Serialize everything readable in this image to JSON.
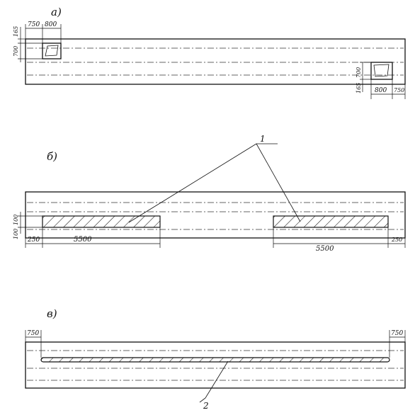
{
  "panel_a": {
    "label": "а)",
    "dims": {
      "left_offset": "750",
      "left_width": "800",
      "left_depth": "700",
      "left_top": "165",
      "right_depth": "700",
      "right_bottom": "165",
      "right_width": "800",
      "right_offset": "750"
    }
  },
  "panel_b": {
    "label": "б)",
    "callout": "1",
    "dims": {
      "left_offset": "250",
      "left_length": "5500",
      "right_length": "5500",
      "right_offset": "250",
      "depth": "100",
      "top": "100"
    }
  },
  "panel_c": {
    "label": "в)",
    "callout": "2",
    "dims": {
      "left_offset": "750",
      "right_offset": "750"
    }
  }
}
